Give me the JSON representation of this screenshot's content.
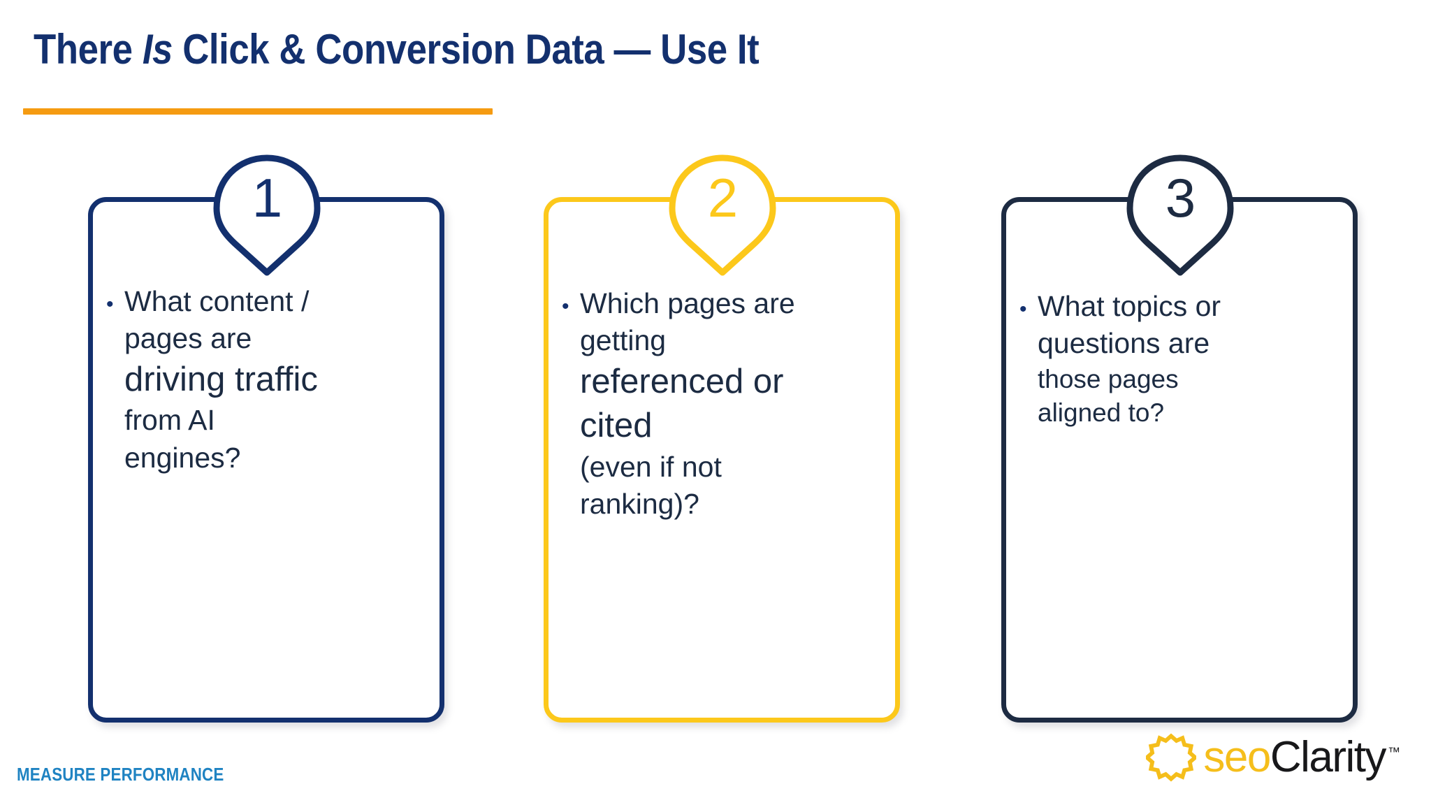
{
  "slide": {
    "title_pre": "There ",
    "title_italic": "Is",
    "title_post": " Click & Conversion Data — Use It",
    "accent_orange": "#f59b11",
    "title_color": "#13306e",
    "background": "#ffffff"
  },
  "cards": [
    {
      "number": "1",
      "color": "#13306e",
      "bullet": "•",
      "lines": [
        {
          "text": "What content /",
          "size": "md"
        },
        {
          "text": "pages are",
          "size": "md"
        },
        {
          "text": "driving traffic",
          "size": "lg"
        },
        {
          "text": "from AI",
          "size": "md"
        },
        {
          "text": "engines?",
          "size": "md"
        }
      ]
    },
    {
      "number": "2",
      "color": "#fcc81b",
      "bullet": "•",
      "lines": [
        {
          "text": "Which pages are",
          "size": "md"
        },
        {
          "text": "getting",
          "size": "md"
        },
        {
          "text": "referenced or",
          "size": "lg"
        },
        {
          "text": "cited",
          "size": "lg"
        },
        {
          "text": "(even if not",
          "size": "md"
        },
        {
          "text": "ranking)?",
          "size": "md"
        }
      ]
    },
    {
      "number": "3",
      "color": "#1d2b42",
      "bullet": "•",
      "lines": [
        {
          "text": "What topics or",
          "size": "md"
        },
        {
          "text": "questions are",
          "size": "md"
        },
        {
          "text": "those pages",
          "size": "sm"
        },
        {
          "text": "aligned to?",
          "size": "sm"
        }
      ]
    }
  ],
  "footer": {
    "label": "MEASURE PERFORMANCE",
    "label_color": "#1f83c2"
  },
  "logo": {
    "mark": "sunburst-icon",
    "word_seo": "seo",
    "word_clarity": "Clarity",
    "trademark": "™",
    "seo_color": "#f5be1b",
    "clarity_color": "#18181a"
  }
}
